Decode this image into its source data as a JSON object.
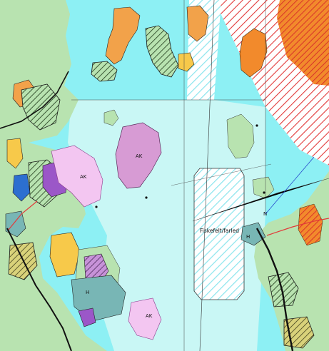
{
  "map": {
    "labels": {
      "ak_island_zone": "AK",
      "ak_left_zone": "AK",
      "ak_bottom_zone": "AK",
      "fiskefelt": "Fiskefelt/farled",
      "h_marker_right": "H",
      "h_marker_bottom": "H",
      "n_marker_right": "N"
    }
  },
  "colors": {
    "sea": "#8df0f4",
    "sea_light": "#c9f7f5",
    "land_green": "#b8e3b0",
    "agri_orange": "#f2a24a",
    "build_purple": "#9b57c8",
    "ak_pink": "#d79bd4",
    "ak_light": "#f3c6f1",
    "yellow": "#f7c94a",
    "red_hatch": "#e23a3a",
    "teal": "#78b6b5"
  }
}
